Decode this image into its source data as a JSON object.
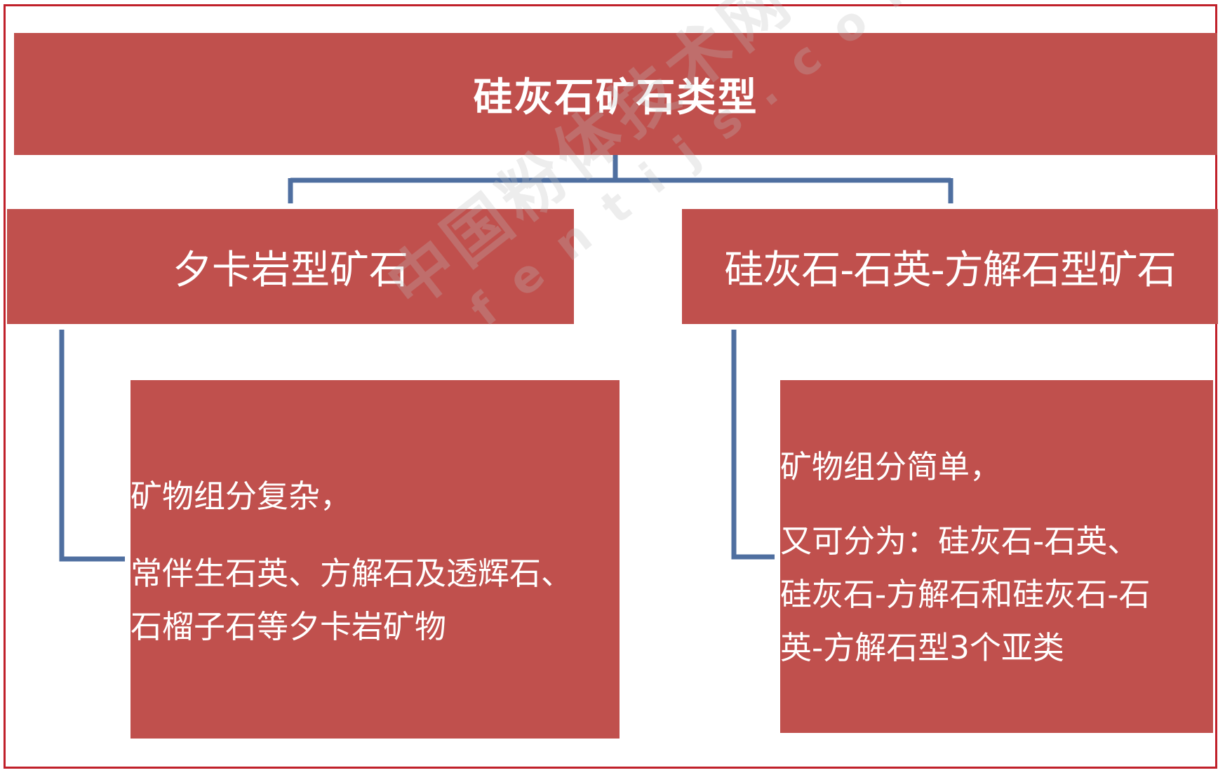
{
  "root": {
    "title": "硅灰石矿石类型"
  },
  "branches": [
    {
      "title": "夕卡岩型矿石",
      "description": [
        "矿物组分复杂，",
        "常伴生石英、方解石及透辉石、",
        "石榴子石等夕卡岩矿物"
      ]
    },
    {
      "title": "硅灰石-石英-方解石型矿石",
      "description": [
        "矿物组分简单，",
        "又可分为：硅灰石-石英、",
        "硅灰石-方解石和硅灰石-石",
        "英-方解石型3个亚类"
      ]
    }
  ],
  "watermark": {
    "cn": "中国粉体技术网",
    "en": "fentijs.com"
  },
  "colors": {
    "box_fill": "#c0504d",
    "connector": "#4f6fa0",
    "frame": "#c0202a",
    "text": "#ffffff"
  }
}
